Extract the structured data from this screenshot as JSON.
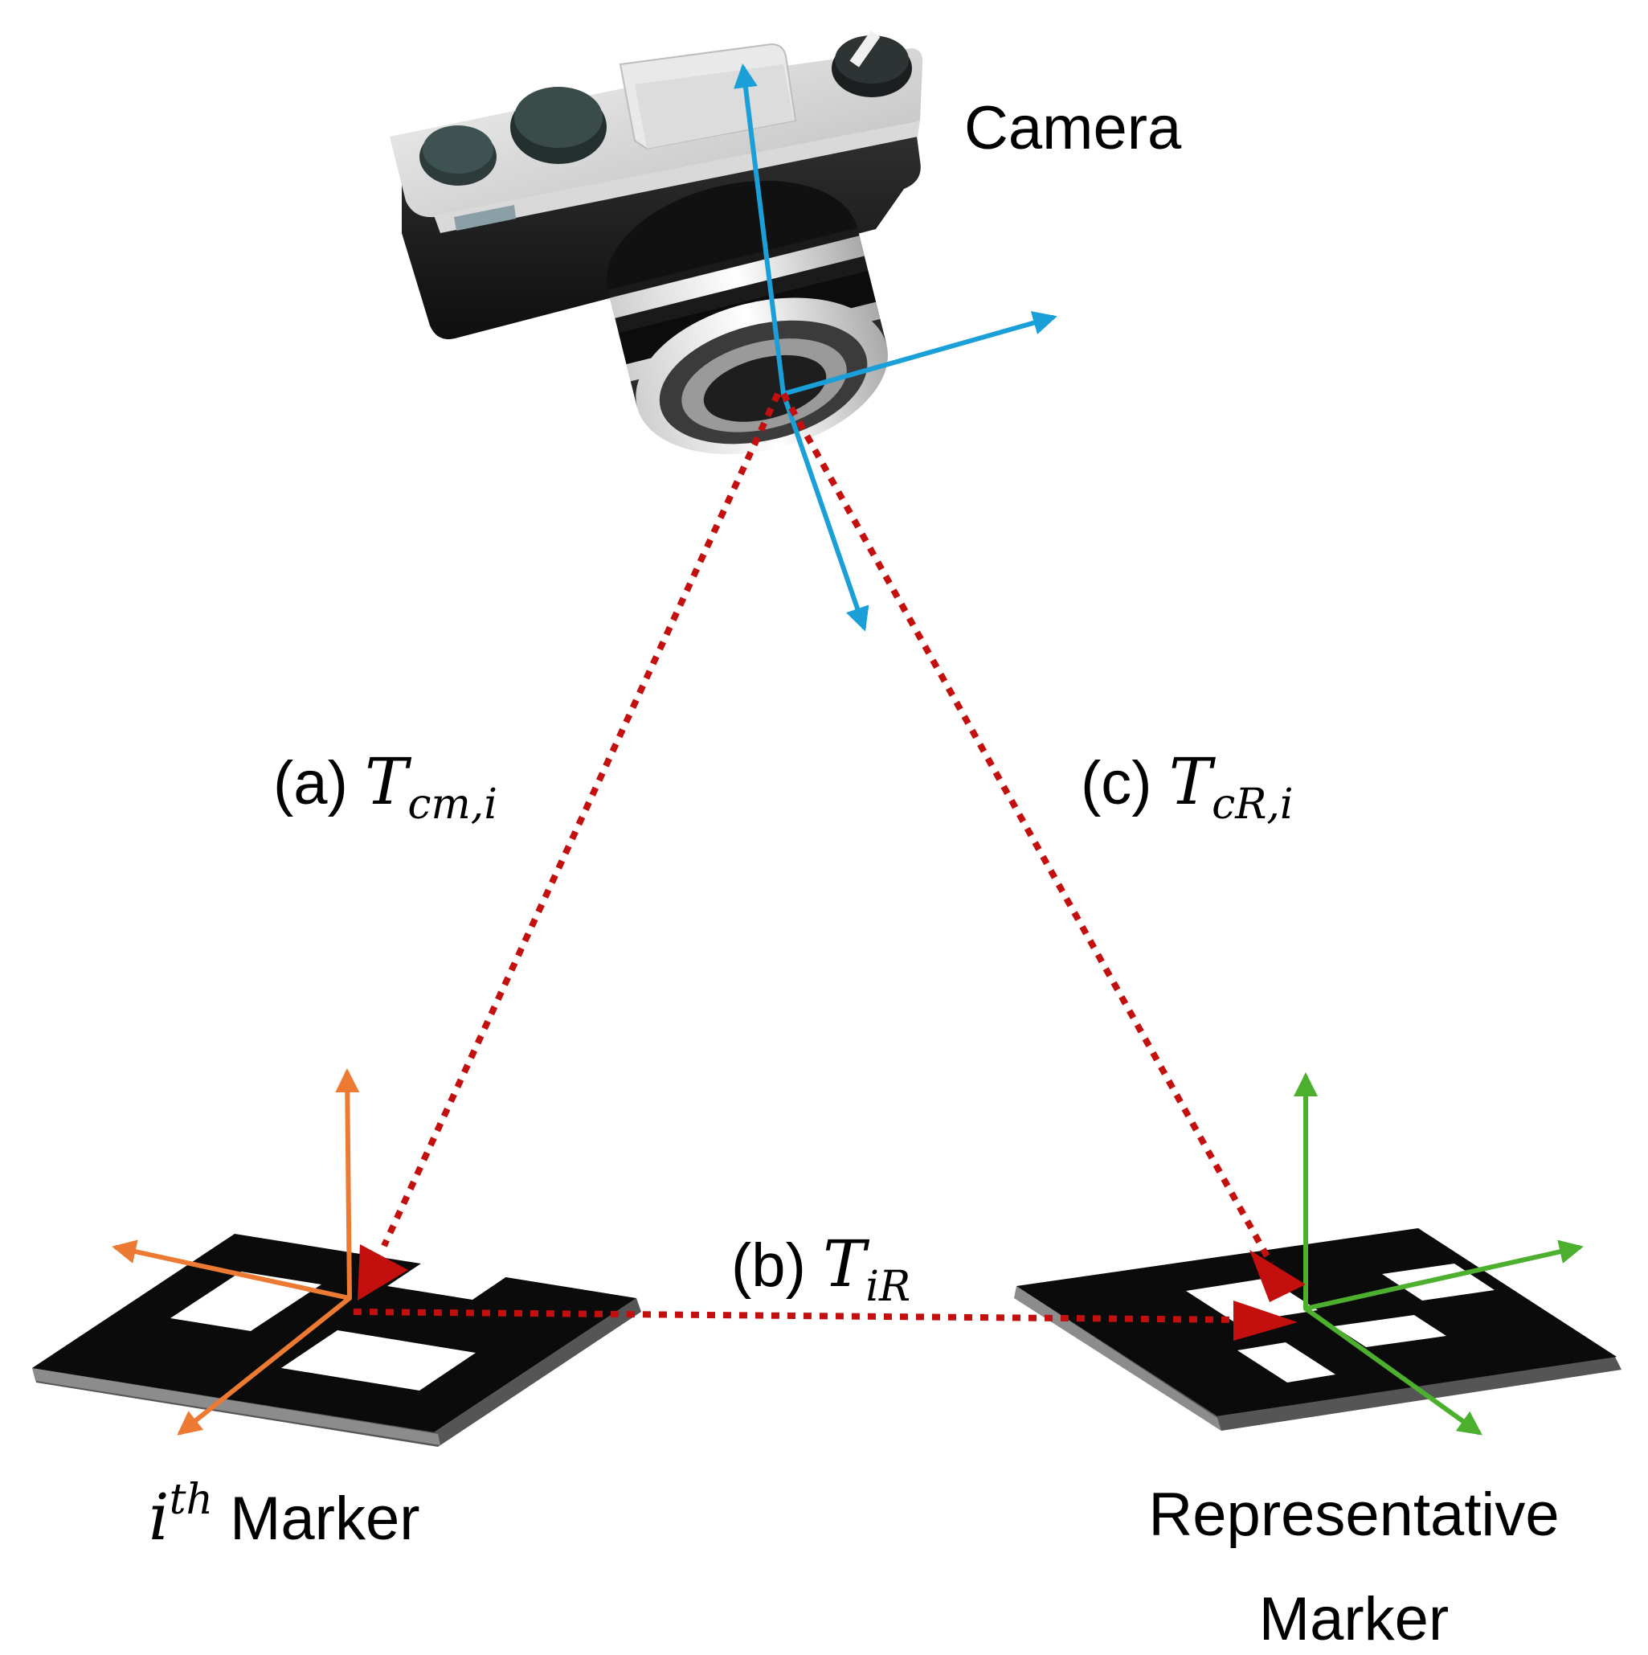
{
  "labels": {
    "camera": "Camera",
    "ith_marker": {
      "base": "i",
      "superscript": "th",
      "suffix": " Marker"
    },
    "representative_marker": {
      "line1": "Representative",
      "line2": "Marker"
    },
    "transform_a": {
      "prefix": "(a) ",
      "symbol": "T",
      "subscript": "cm,i"
    },
    "transform_b": {
      "prefix": "(b) ",
      "symbol": "T",
      "subscript": "iR"
    },
    "transform_c": {
      "prefix": "(c) ",
      "symbol": "T",
      "subscript": "cR,i"
    }
  },
  "colors": {
    "camera_axes": "#1a9fd8",
    "ith_marker_axes": "#ec7a33",
    "representative_marker_axes": "#4caf2e",
    "transform_arrows": "#c40f0f",
    "marker_body": "#0a0a0a",
    "marker_pattern": "#ffffff",
    "camera_body": "#1c1c1c",
    "camera_top": "#e2e2e2"
  },
  "icons": {
    "camera": "camera-icon",
    "ith_marker": "fiducial-marker-icon",
    "representative_marker": "fiducial-marker-icon"
  }
}
